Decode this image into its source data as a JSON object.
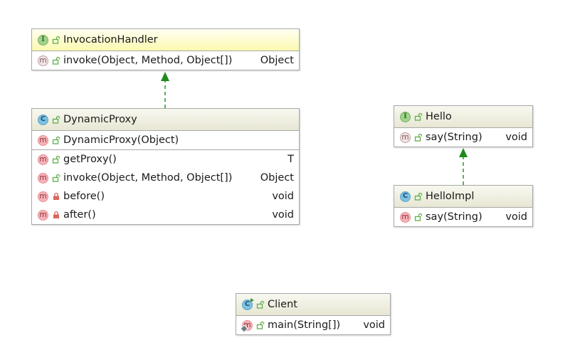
{
  "classes": {
    "invocation_handler": {
      "kind_letter": "I",
      "name": "InvocationHandler",
      "methods": [
        {
          "name": "invoke(Object, Method, Object[])",
          "type": "Object"
        }
      ]
    },
    "dynamic_proxy": {
      "kind_letter": "C",
      "name": "DynamicProxy",
      "constructors": [
        {
          "name": "DynamicProxy(Object)",
          "type": ""
        }
      ],
      "methods": [
        {
          "name": "getProxy()",
          "type": "T"
        },
        {
          "name": "invoke(Object, Method, Object[])",
          "type": "Object"
        },
        {
          "name": "before()",
          "type": "void"
        },
        {
          "name": "after()",
          "type": "void"
        }
      ]
    },
    "hello": {
      "kind_letter": "I",
      "name": "Hello",
      "methods": [
        {
          "name": "say(String)",
          "type": "void"
        }
      ]
    },
    "hello_impl": {
      "kind_letter": "C",
      "name": "HelloImpl",
      "methods": [
        {
          "name": "say(String)",
          "type": "void"
        }
      ]
    },
    "client": {
      "kind_letter": "C",
      "name": "Client",
      "methods": [
        {
          "name": "main(String[])",
          "type": "void"
        }
      ]
    }
  },
  "method_letter": "m",
  "colors": {
    "arrow": "#1e8a1e",
    "interface_header": "#fbf9b0",
    "class_header": "#e8e7d4",
    "public_icon": "#5fae4c",
    "private_icon": "#d9665c"
  }
}
